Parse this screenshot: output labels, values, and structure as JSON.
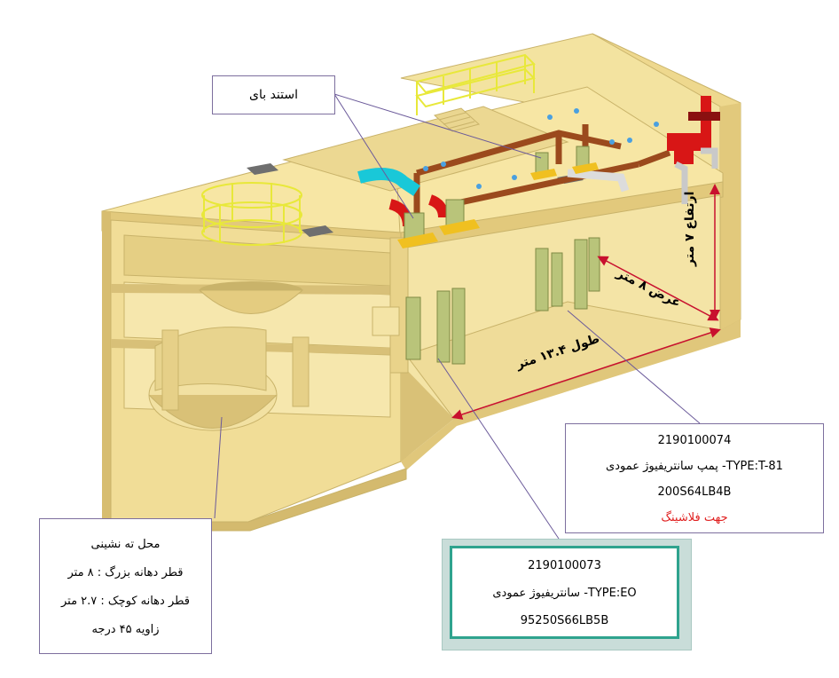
{
  "labels": {
    "standby": "استند بای",
    "length": "طول ۱۳.۴ متر",
    "width": "عرض ۸ متر",
    "height": "ارتفاع ۷ متر"
  },
  "settling_box": {
    "line1": "محل ته نشینی",
    "line2": "قطر دهانه بزرگ : ۸ متر",
    "line3": "قطر دهانه کوچک : ۲.۷ متر",
    "line4": "زاویه ۴۵ درجه"
  },
  "pump_74": {
    "code": "2190100074",
    "line2": "TYPE:T-81- پمپ سانتریفیوژ عمودی",
    "line3": "200S64LB4B",
    "line4": "جهت فلاشینگ",
    "line4_color": "#e02020"
  },
  "pump_73": {
    "code": "2190100073",
    "line2": "TYPE:EO- سانتریفیوژ عمودی",
    "line3": "95250S66LB5B",
    "highlight_color": "#2fa38e"
  },
  "colors": {
    "concrete_top": "#f7e6a4",
    "concrete_side": "#eed88e",
    "concrete_dark": "#c9b36a",
    "pipe_brown": "#9b4a1d",
    "pipe_red": "#d81616",
    "pipe_cyan": "#19c8d8",
    "pump_green": "#b9c47a",
    "railing": "#e8e83a",
    "dimension": "#c8102e",
    "leader": "#6b5a9a"
  }
}
